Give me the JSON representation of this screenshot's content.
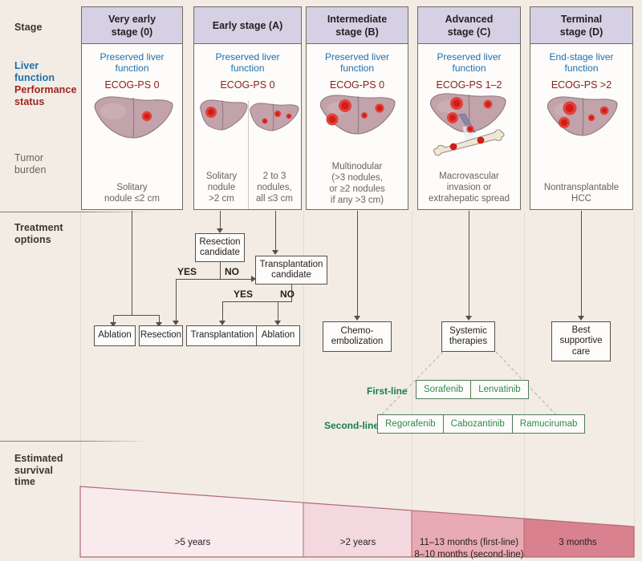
{
  "row_labels": {
    "stage": "Stage",
    "liver_function": "Liver\nfunction",
    "liver_function_l1": "Liver",
    "liver_function_l2": "function",
    "performance_status_l1": "Performance",
    "performance_status_l2": "status",
    "tumor_burden_l1": "Tumor",
    "tumor_burden_l2": "burden",
    "treatment_options_l1": "Treatment",
    "treatment_options_l2": "options",
    "estimated_survival_l1": "Estimated",
    "estimated_survival_l2": "survival",
    "estimated_survival_l3": "time"
  },
  "colors": {
    "background": "#f2ece4",
    "stage_header": "#d5d0e4",
    "liver_blue": "#1f6fae",
    "ecog_red": "#8b2018",
    "drug_green": "#2f8a4e",
    "line_label_green": "#17804a",
    "box_border": "#554f4a",
    "liver_organ": "#c2a3ab",
    "tumor_red": "#d82b22"
  },
  "stages": [
    {
      "name": "very-early-stage-0",
      "title_l1": "Very early",
      "title_l2": "stage (0)",
      "liver_function_l1": "Preserved liver",
      "liver_function_l2": "function",
      "ecog": "ECOG-PS 0",
      "tumor_burden": [
        "Solitary",
        "nodule ≤2 cm"
      ],
      "icon": "liver-one-nodule-icon"
    },
    {
      "name": "early-stage-a",
      "title_l1": "Early stage (A)",
      "title_l2": "",
      "liver_function_l1": "Preserved liver",
      "liver_function_l2": "function",
      "ecog": "ECOG-PS 0",
      "tumor_burden_left": [
        "Solitary",
        "nodule",
        ">2 cm"
      ],
      "tumor_burden_right": [
        "2 to 3",
        "nodules,",
        "all ≤3 cm"
      ],
      "icon_left": "liver-single-large-nodule-icon",
      "icon_right": "liver-three-nodules-icon"
    },
    {
      "name": "intermediate-stage-b",
      "title_l1": "Intermediate",
      "title_l2": "stage (B)",
      "liver_function_l1": "Preserved liver",
      "liver_function_l2": "function",
      "ecog": "ECOG-PS 0",
      "tumor_burden": [
        "Multinodular",
        "(>3 nodules,",
        "or ≥2 nodules",
        "if any >3 cm)"
      ],
      "icon": "liver-multinodular-icon"
    },
    {
      "name": "advanced-stage-c",
      "title_l1": "Advanced",
      "title_l2": "stage (C)",
      "liver_function_l1": "Preserved liver",
      "liver_function_l2": "function",
      "ecog": "ECOG-PS 1–2",
      "tumor_burden": [
        "Macrovascular",
        "invasion or",
        "extrahepatic spread"
      ],
      "icon": "liver-vascular-invasion-bone-metastasis-icon"
    },
    {
      "name": "terminal-stage-d",
      "title_l1": "Terminal",
      "title_l2": "stage (D)",
      "liver_function_l1": "End-stage liver",
      "liver_function_l2": "function",
      "ecog": "ECOG-PS >2",
      "tumor_burden": [
        "Nontransplantable",
        "HCC"
      ],
      "icon": "liver-terminal-nodules-icon"
    }
  ],
  "decision_boxes": [
    {
      "name": "resection-candidate",
      "l1": "Resection",
      "l2": "candidate"
    },
    {
      "name": "transplantation-candidate",
      "l1": "Transplantation",
      "l2": "candidate"
    }
  ],
  "decision_labels": {
    "resection_yes": "YES",
    "resection_no": "NO",
    "transplant_yes": "YES",
    "transplant_no": "NO"
  },
  "treatments": [
    {
      "name": "ablation-1",
      "l1": "Ablation",
      "l2": ""
    },
    {
      "name": "resection",
      "l1": "Resection",
      "l2": ""
    },
    {
      "name": "transplantation",
      "l1": "Transplantation",
      "l2": ""
    },
    {
      "name": "ablation-2",
      "l1": "Ablation",
      "l2": ""
    },
    {
      "name": "chemoembolization",
      "l1": "Chemo-",
      "l2": "embolization"
    },
    {
      "name": "systemic-therapies",
      "l1": "Systemic",
      "l2": "therapies"
    },
    {
      "name": "best-supportive-care",
      "l1": "Best",
      "l2": "supportive",
      "l3": "care"
    }
  ],
  "systemic": {
    "first_line_label": "First-line",
    "second_line_label": "Second-line",
    "first_line": [
      "Sorafenib",
      "Lenvatinib"
    ],
    "second_line": [
      "Regorafenib",
      "Cabozantinib",
      "Ramucirumab"
    ]
  },
  "chart_data": {
    "type": "area",
    "title": "Estimated survival time",
    "categories": [
      "Very early / Early stage (0/A)",
      "Intermediate stage (B)",
      "Advanced stage (C)",
      "Terminal stage (D)"
    ],
    "segment_labels": [
      {
        "text": ">5 years",
        "sub": ""
      },
      {
        "text": ">2 years",
        "sub": ""
      },
      {
        "text": "11–13 months (first-line)",
        "sub": "8–10 months (second-line)"
      },
      {
        "text": "3 months",
        "sub": ""
      }
    ],
    "segment_x_start": [
      100,
      378,
      513,
      653
    ],
    "segment_x_end": [
      378,
      513,
      653,
      790
    ],
    "segment_fill": [
      "#f9eaee",
      "#f3d9df",
      "#e8aab3",
      "#d9818f"
    ],
    "wedge_left_height": 88,
    "wedge_right_height": 0,
    "grid": false,
    "legend": "none"
  }
}
